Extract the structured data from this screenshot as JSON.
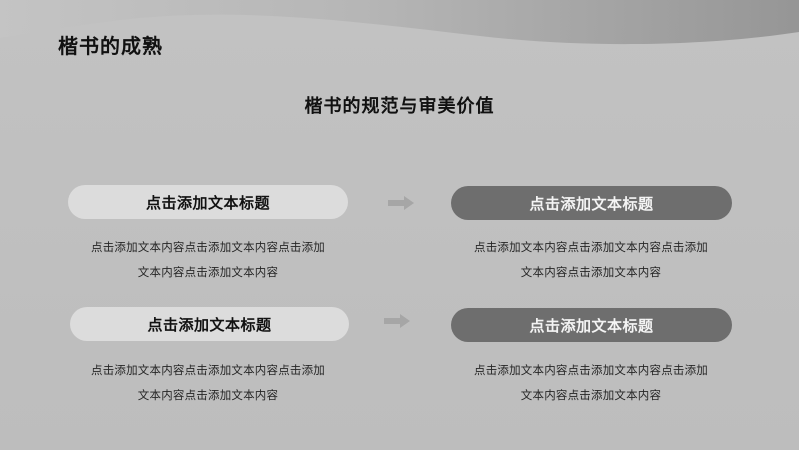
{
  "slide": {
    "title": "楷书的成熟",
    "subtitle": "楷书的规范与审美价值"
  },
  "rows": [
    {
      "left": {
        "heading": "点击添加文本标题",
        "lines": [
          "点击添加文本内容点击添加文本内容点击添加",
          "文本内容点击添加文本内容"
        ]
      },
      "right": {
        "heading": "点击添加文本标题",
        "lines": [
          "点击添加文本内容点击添加文本内容点击添加",
          "文本内容点击添加文本内容"
        ]
      }
    },
    {
      "left": {
        "heading": "点击添加文本标题",
        "lines": [
          "点击添加文本内容点击添加文本内容点击添加",
          "文本内容点击添加文本内容"
        ]
      },
      "right": {
        "heading": "点击添加文本标题",
        "lines": [
          "点击添加文本内容点击添加文本内容点击添加",
          "文本内容点击添加文本内容"
        ]
      }
    }
  ],
  "icons": {
    "arrow": "arrow-right-icon"
  },
  "colors": {
    "background": "#bebebe",
    "light_pill": "#dcdcdc",
    "dark_pill": "#6e6e6e",
    "arrow": "#a6a6a6"
  }
}
